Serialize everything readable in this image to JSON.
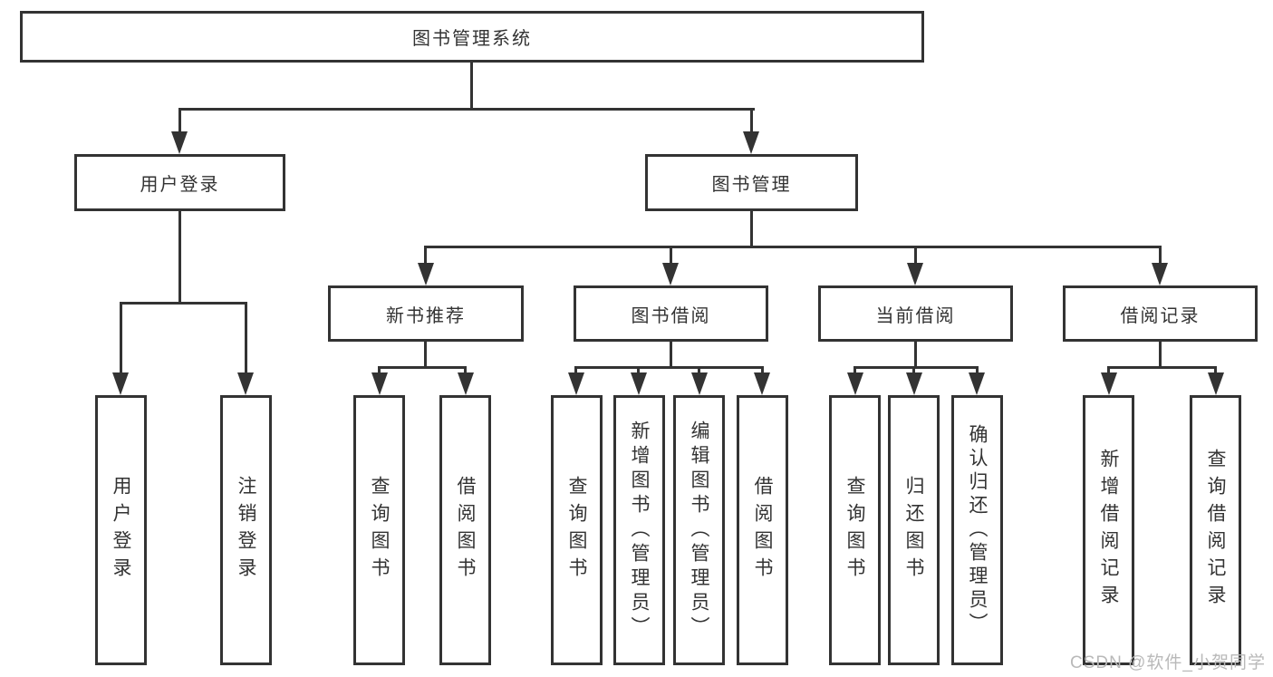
{
  "diagram": {
    "title": "图书管理系统",
    "tree": {
      "root": "图书管理系统",
      "children": [
        {
          "label": "用户登录",
          "children": [
            {
              "label": "用户登录"
            },
            {
              "label": "注销登录"
            }
          ]
        },
        {
          "label": "图书管理",
          "children": [
            {
              "label": "新书推荐",
              "children": [
                {
                  "label": "查询图书"
                },
                {
                  "label": "借阅图书"
                }
              ]
            },
            {
              "label": "图书借阅",
              "children": [
                {
                  "label": "查询图书"
                },
                {
                  "label": "新增图书（管理员）"
                },
                {
                  "label": "编辑图书（管理员）"
                },
                {
                  "label": "借阅图书"
                }
              ]
            },
            {
              "label": "当前借阅",
              "children": [
                {
                  "label": "查询图书"
                },
                {
                  "label": "归还图书"
                },
                {
                  "label": "确认归还（管理员）"
                }
              ]
            },
            {
              "label": "借阅记录",
              "children": [
                {
                  "label": "新增借阅记录"
                },
                {
                  "label": "查询借阅记录"
                }
              ]
            }
          ]
        }
      ]
    },
    "watermark": {
      "text": "CSDN @软件_小贺同学"
    },
    "colors": {
      "line": "#333333",
      "text": "#333333",
      "watermark": "#b9b9b9",
      "background": "#ffffff"
    }
  }
}
